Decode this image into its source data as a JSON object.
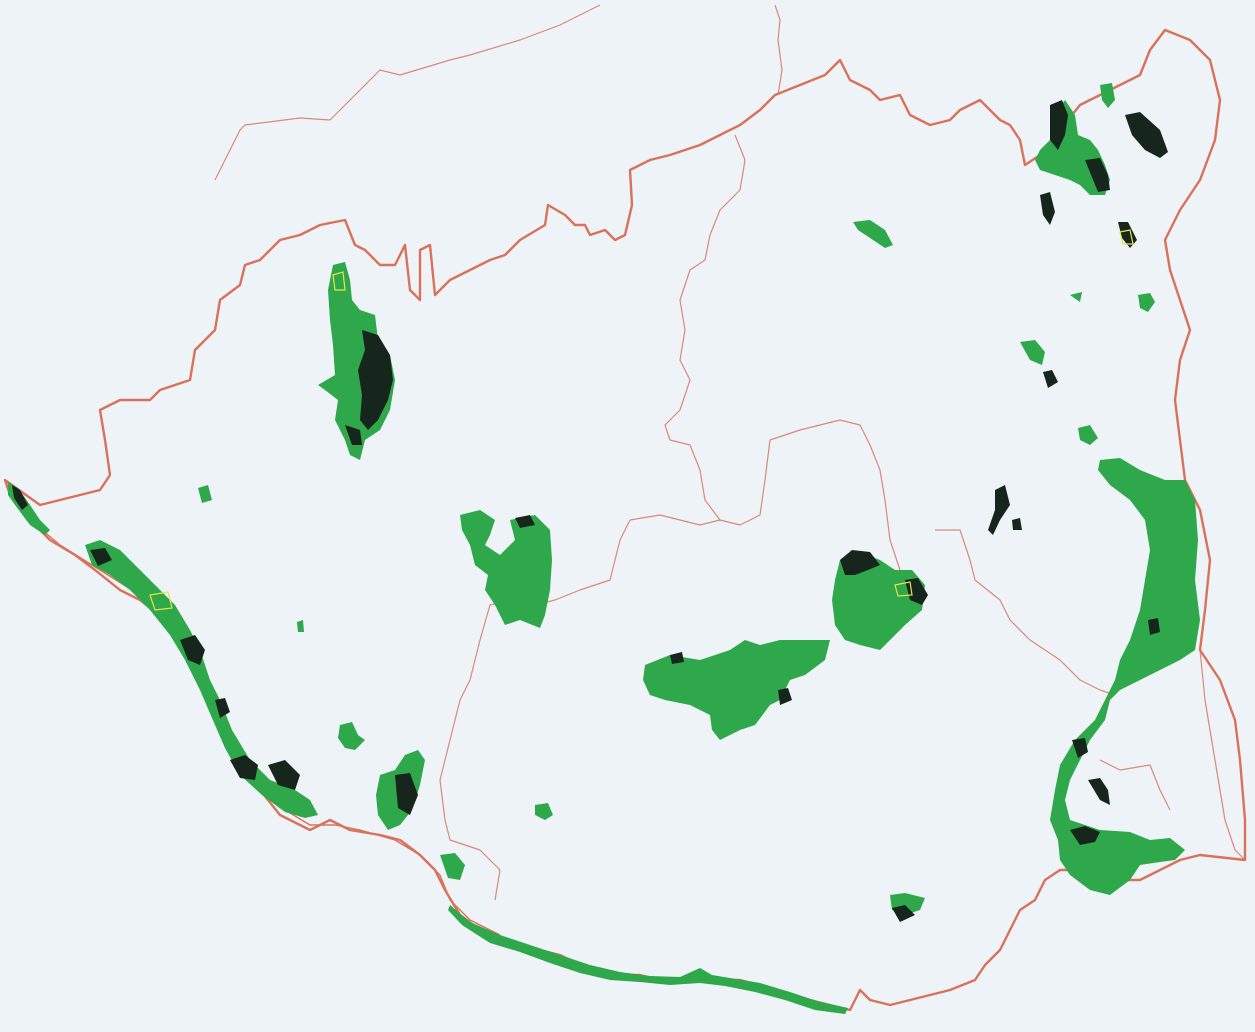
{
  "map": {
    "colors": {
      "background": "#eef3f8",
      "outer_boundary": "#d9725a",
      "inner_boundary": "#d98a78",
      "forest_cover": "#2ea84a",
      "dense_cover": "#16261c",
      "highlight": "#e8e24a"
    },
    "layers": [
      "outer-boundary",
      "district-boundaries",
      "forest-cover",
      "dense-cover"
    ]
  }
}
